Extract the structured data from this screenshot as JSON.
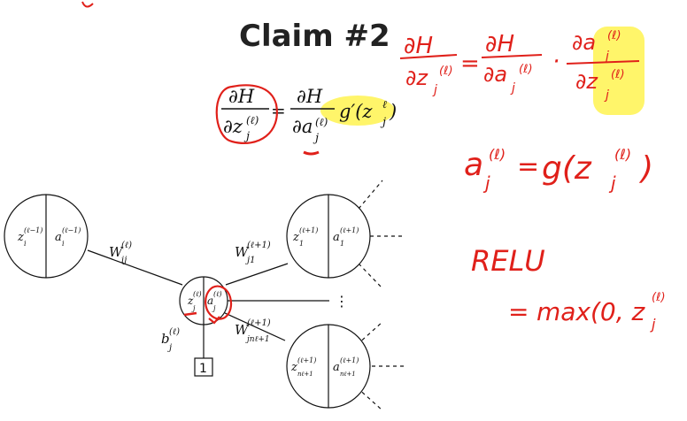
{
  "slide": {
    "title": "Claim #2"
  },
  "formula": {
    "lhs_num": "∂H",
    "lhs_den": "∂z",
    "lhs_den_sub": "j",
    "lhs_den_sup": "(ℓ)",
    "equals": "=",
    "rhs_num": "∂H",
    "rhs_den": "∂a",
    "rhs_den_sub": "j",
    "rhs_den_sup": "(ℓ)",
    "gprime": "g′(z",
    "gprime_sub": "j",
    "gprime_sup": "ℓ",
    "gprime_close": ")"
  },
  "network": {
    "left_neuron": {
      "z": "z",
      "z_sub": "i",
      "z_sup": "(ℓ−1)",
      "a": "a",
      "a_sub": "i",
      "a_sup": "(ℓ−1)"
    },
    "center_neuron": {
      "z": "z",
      "z_sub": "j",
      "z_sup": "(ℓ)",
      "a": "a",
      "a_sub": "j",
      "a_sup": "(ℓ)"
    },
    "top_neuron": {
      "z": "z",
      "z_sub": "1",
      "z_sup": "(ℓ+1)",
      "a": "a",
      "a_sub": "1",
      "a_sup": "(ℓ+1)"
    },
    "bottom_neuron": {
      "z": "z",
      "z_sub": "nℓ+1",
      "z_sup": "(ℓ+1)",
      "a": "a",
      "a_sub": "nℓ+1",
      "a_sup": "(ℓ+1)"
    },
    "weight_ij": {
      "base": "W",
      "sub": "ij",
      "sup": "(ℓ)"
    },
    "weight_j1": {
      "base": "W",
      "sub": "j1",
      "sup": "(ℓ+1)"
    },
    "weight_jn": {
      "base": "W",
      "sub": "jnℓ+1",
      "sup": "(ℓ+1)"
    },
    "bias": {
      "base": "b",
      "sub": "j",
      "sup": "(ℓ)"
    },
    "bias_input": "1",
    "vdots": "⋮"
  },
  "annotations": {
    "chain_lhs_num": "∂H",
    "chain_lhs_den": "∂z",
    "chain_lhs_sub": "j",
    "chain_lhs_sup": "(ℓ)",
    "chain_eq": "=",
    "chain_mid_num": "∂H",
    "chain_mid_den": "∂a",
    "chain_mid_sub": "j",
    "chain_mid_sup": "(ℓ)",
    "chain_dot": "·",
    "chain_rhs_num": "∂a",
    "chain_rhs_num_sub": "j",
    "chain_rhs_num_sup": "(ℓ)",
    "chain_rhs_den": "∂z",
    "chain_rhs_den_sub": "j",
    "chain_rhs_den_sup": "(ℓ)",
    "activation_lhs": "a",
    "activation_lhs_sub": "j",
    "activation_lhs_sup": "(ℓ)",
    "activation_eq": "=",
    "activation_rhs": "g(z",
    "activation_rhs_sub": "j",
    "activation_rhs_sup": "(ℓ)",
    "activation_close": ")",
    "relu_label": "RELU",
    "relu_eq": "=",
    "relu_expr": "max(0, z",
    "relu_sub": "j",
    "relu_sup": "(ℓ)",
    "highlight_color": "#fff56a",
    "ink_color": "#e0201a"
  }
}
